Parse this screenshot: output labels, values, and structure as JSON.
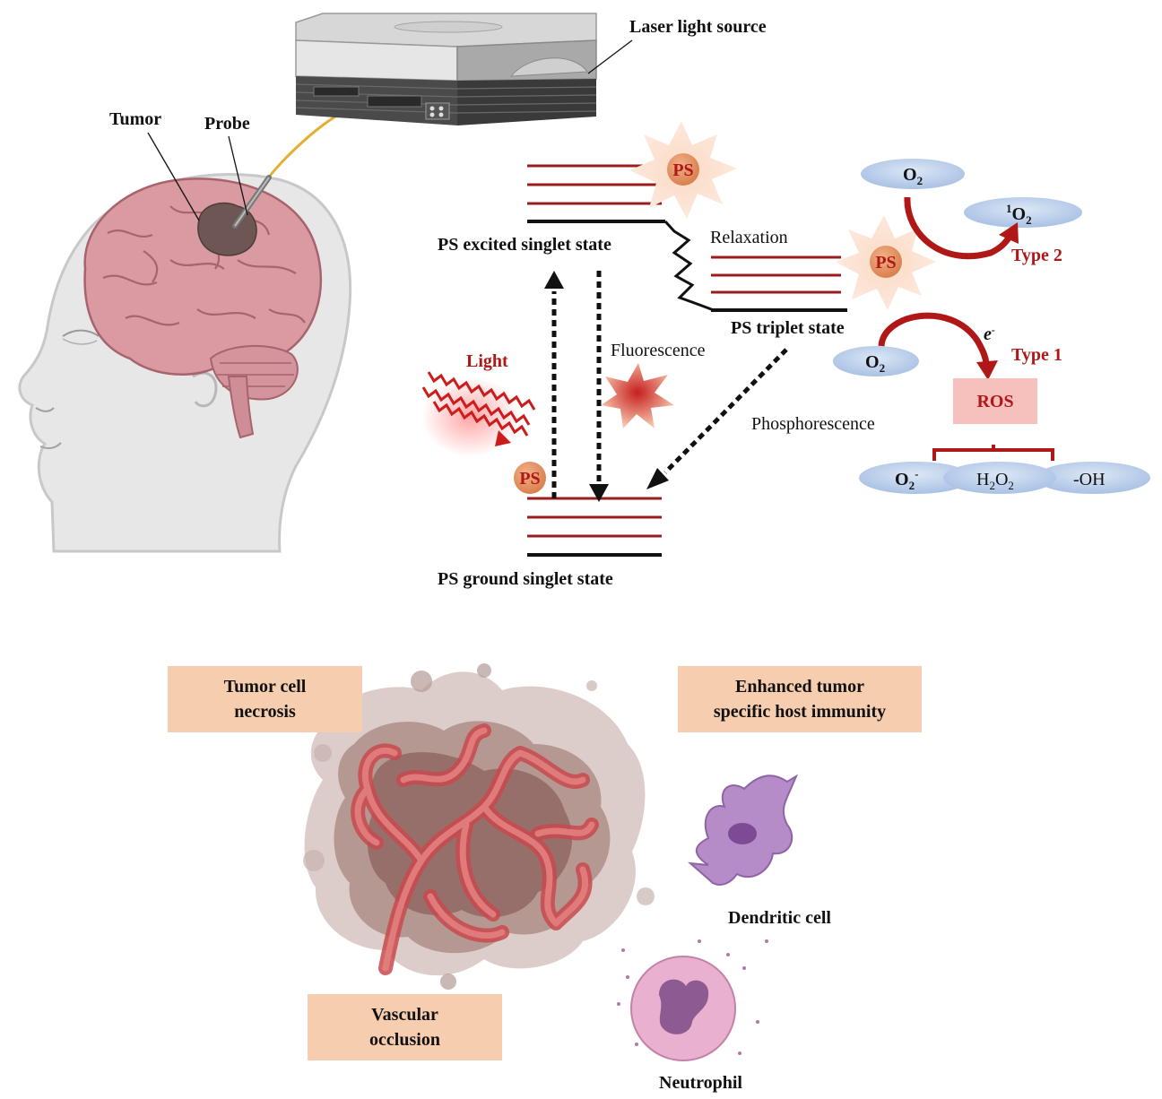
{
  "labels": {
    "laser": "Laser light source",
    "tumor": "Tumor",
    "probe": "Probe",
    "excited": "PS excited singlet state",
    "relaxation": "Relaxation",
    "triplet": "PS triplet state",
    "ground": "PS ground singlet state",
    "light": "Light",
    "fluorescence": "Fluorescence",
    "phosphorescence": "Phosphorescence",
    "ps": "PS",
    "o2": "O",
    "o2_sub": "2",
    "singlet_o2_sup": "1",
    "type2": "Type 2",
    "type1": "Type 1",
    "electron": "e",
    "electron_sup": "-",
    "ros": "ROS",
    "superoxide": "O",
    "superoxide_sub": "2",
    "superoxide_sup": "-",
    "h2o2_a": "H",
    "h2o2_sub1": "2",
    "h2o2_b": "O",
    "h2o2_sub2": "2",
    "hydroxyl": "-OH",
    "dendritic": "Dendritic cell",
    "neutrophil": "Neutrophil"
  },
  "boxes": {
    "necrosis": [
      "Tumor cell",
      "necrosis"
    ],
    "immunity": [
      "Enhanced tumor",
      "specific host immunity"
    ],
    "vascular": [
      "Vascular",
      "occlusion"
    ]
  },
  "colors": {
    "level_line": "#9b1c1c",
    "accent_red": "#b01818",
    "ps_ball": "#e09060",
    "o2_ellipse": "#b8cdea",
    "ros_box": "#f6c0bd",
    "label_box": "#f7cdb0",
    "brain": "#d99aa2",
    "head": "#e6e6e6"
  }
}
